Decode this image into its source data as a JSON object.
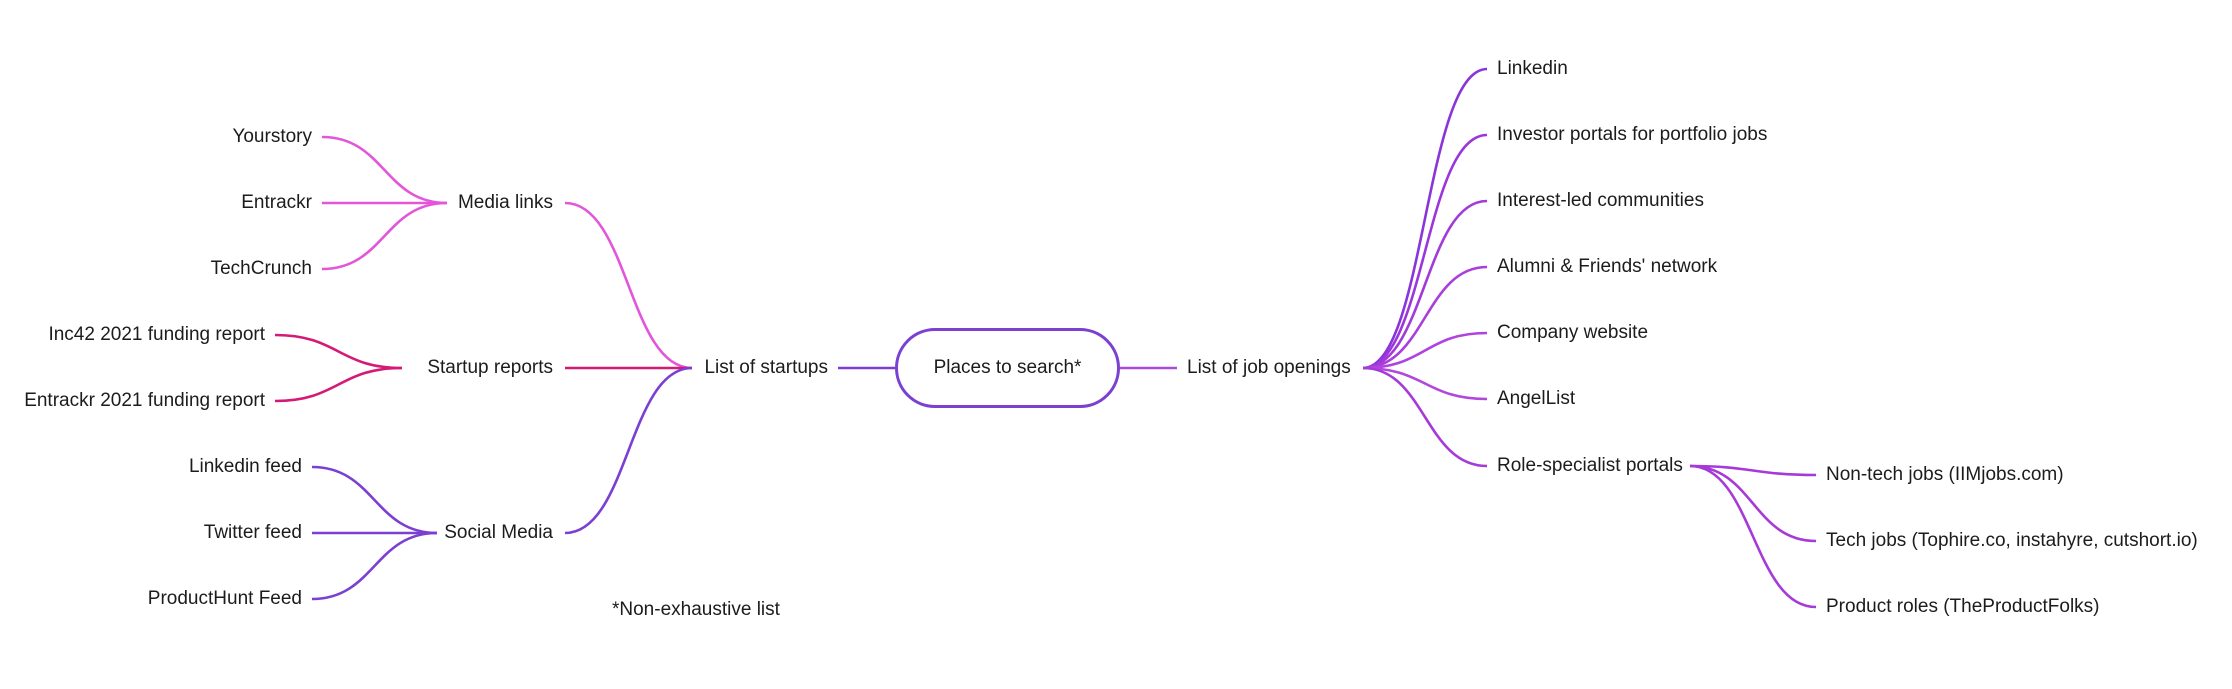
{
  "root": "Places to search*",
  "footnote": "*Non-exhaustive list",
  "left": {
    "label": "List of startups",
    "groups": [
      {
        "label": "Media links",
        "color": "#e356d9",
        "children": [
          "Yourstory",
          "Entrackr",
          "TechCrunch"
        ]
      },
      {
        "label": "Startup reports",
        "color": "#d41a76",
        "children": [
          "Inc42 2021 funding report",
          "Entrackr 2021 funding report"
        ]
      },
      {
        "label": "Social Media",
        "color": "#7b3fd1",
        "children": [
          "Linkedin feed",
          "Twitter feed",
          "ProductHunt Feed"
        ]
      }
    ]
  },
  "right": {
    "label": "List of job openings",
    "children": [
      {
        "label": "Linkedin",
        "color": "#8a35d9"
      },
      {
        "label": "Investor portals for portfolio jobs",
        "color": "#9c36dc"
      },
      {
        "label": "Interest-led communities",
        "color": "#a23ad9"
      },
      {
        "label": "Alumni & Friends' network",
        "color": "#a93edb"
      },
      {
        "label": "Company website",
        "color": "#b043de"
      },
      {
        "label": "AngelList",
        "color": "#b247de"
      },
      {
        "label": "Role-specialist portals",
        "color": "#a53ad9",
        "children": [
          "Non-tech jobs (IIMjobs.com)",
          "Tech jobs (Tophire.co, instahyre, cutshort.io)",
          "Product roles (TheProductFolks)"
        ]
      }
    ]
  },
  "colors": {
    "root_border": "#7b3fd1",
    "left_main": "#7b3fd1",
    "right_main": "#a84bdc"
  }
}
